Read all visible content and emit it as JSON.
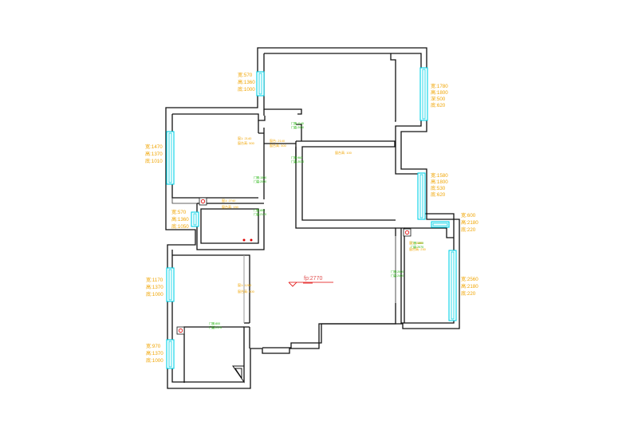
{
  "colors": {
    "wall": "#111111",
    "window": "#00d2e6",
    "dimension_text": "#f0a400",
    "door_text": "#17b000",
    "marker": "#e00000"
  },
  "center_label": "fp:2770",
  "window_labels": [
    [
      "宽:570",
      "高:1360",
      "底:1000"
    ],
    [
      "宽:1780",
      "高:1800",
      "深:500",
      "底:620"
    ],
    [
      "宽:1470",
      "高:1370",
      "底:1010"
    ],
    [
      "宽:1580",
      "高:1800",
      "底:530",
      "底:620"
    ],
    [
      "宽:570",
      "高:1360",
      "底:1050"
    ],
    [
      "宽:600",
      "高:2180",
      "底:220"
    ],
    [
      "宽:2560",
      "高:2180",
      "底:220"
    ],
    [
      "宽:1170",
      "高:1370",
      "底:1000"
    ],
    [
      "宽:970",
      "高:1370",
      "底:1000"
    ]
  ],
  "door_labels": [
    [
      "门宽:1140",
      "门高:2000"
    ],
    [
      "门宽:960",
      "门高:2030"
    ],
    [
      "门宽:1500",
      "门高:2000"
    ],
    [
      "门宽:800",
      "门高:2170"
    ],
    [
      "门宽:800",
      "门高:2170"
    ],
    [
      "门宽:2000",
      "门高:2400"
    ],
    [
      "门宽:1000",
      "门高:2070"
    ]
  ],
  "small_notes": [
    [
      "窗1: 2140",
      "窗台高: 500"
    ],
    [
      "窗台: 2140",
      "窗台高: 500"
    ],
    [
      "窗台高: 100"
    ],
    [
      "窗1: 2740",
      "窗台高: 150"
    ],
    [
      "窗1: 1280",
      "窗台高: 500"
    ],
    [
      "窗1: 2400",
      "窗台高: 230"
    ]
  ]
}
